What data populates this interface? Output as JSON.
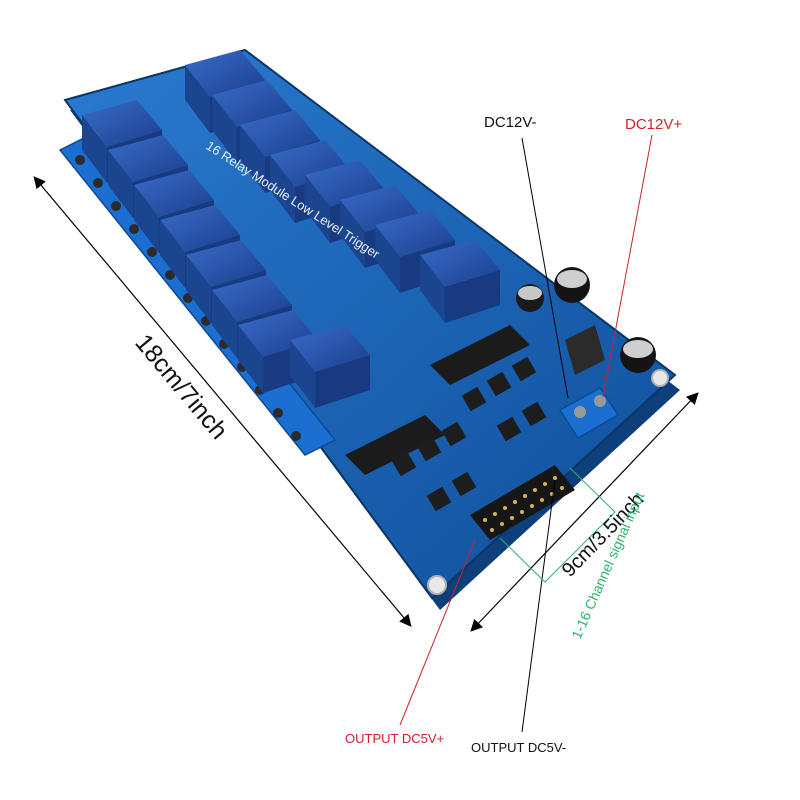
{
  "labels": {
    "dc12v_minus": "DC12V-",
    "dc12v_plus": "DC12V+",
    "length": "18cm/7inch",
    "width": "9cm/3.5inch",
    "signal_input": "1-16 Channel signal input",
    "output_dc5v_plus": "OUTPUT DC5V+",
    "output_dc5v_minus": "OUTPUT DC5V-"
  },
  "silkscreen": {
    "module_text": "16 Relay Module Low Level Trigger"
  },
  "colors": {
    "board_blue": "#1565b8",
    "relay_blue": "#1f4fa8",
    "terminal_blue": "#1a6fd0",
    "red_label": "#d0202a",
    "green_label": "#2db36a",
    "text_dark": "#111111"
  }
}
